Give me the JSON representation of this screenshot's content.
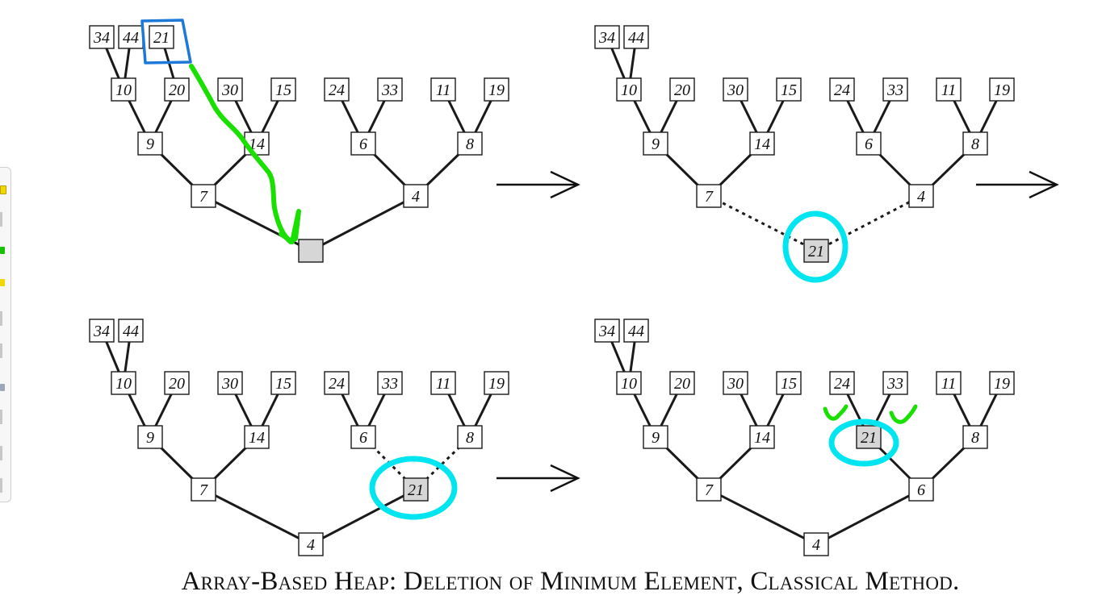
{
  "caption": "Array-Based Heap: Deletion of Minimum Element, Classical Method.",
  "colors": {
    "node_fill": "#ffffff",
    "highlight_fill": "#d6d6d6",
    "edge": "#1a1a1a",
    "green_stroke": "#19e000",
    "blue_frame": "#1e78d8",
    "cyan_ring": "#00e5f0"
  },
  "panels": [
    {
      "id": "panel-1",
      "nodes": [
        {
          "id": "r",
          "label": ""
        },
        {
          "id": "a",
          "label": "7"
        },
        {
          "id": "b",
          "label": "4"
        },
        {
          "id": "c",
          "label": "9"
        },
        {
          "id": "d",
          "label": "14"
        },
        {
          "id": "e",
          "label": "6"
        },
        {
          "id": "f",
          "label": "8"
        },
        {
          "id": "g",
          "label": "10"
        },
        {
          "id": "h",
          "label": "20"
        },
        {
          "id": "i",
          "label": "30"
        },
        {
          "id": "j",
          "label": "15"
        },
        {
          "id": "k",
          "label": "24"
        },
        {
          "id": "l",
          "label": "33"
        },
        {
          "id": "m",
          "label": "11"
        },
        {
          "id": "n",
          "label": "19"
        },
        {
          "id": "o",
          "label": "34"
        },
        {
          "id": "p",
          "label": "44"
        },
        {
          "id": "q",
          "label": "21"
        }
      ]
    },
    {
      "id": "panel-2",
      "nodes": [
        {
          "id": "r",
          "label": "21"
        },
        {
          "id": "a",
          "label": "7"
        },
        {
          "id": "b",
          "label": "4"
        },
        {
          "id": "c",
          "label": "9"
        },
        {
          "id": "d",
          "label": "14"
        },
        {
          "id": "e",
          "label": "6"
        },
        {
          "id": "f",
          "label": "8"
        },
        {
          "id": "g",
          "label": "10"
        },
        {
          "id": "h",
          "label": "20"
        },
        {
          "id": "i",
          "label": "30"
        },
        {
          "id": "j",
          "label": "15"
        },
        {
          "id": "k",
          "label": "24"
        },
        {
          "id": "l",
          "label": "33"
        },
        {
          "id": "m",
          "label": "11"
        },
        {
          "id": "n",
          "label": "19"
        },
        {
          "id": "o",
          "label": "34"
        },
        {
          "id": "p",
          "label": "44"
        }
      ]
    },
    {
      "id": "panel-3",
      "nodes": [
        {
          "id": "r",
          "label": "4"
        },
        {
          "id": "a",
          "label": "7"
        },
        {
          "id": "b",
          "label": "21"
        },
        {
          "id": "c",
          "label": "9"
        },
        {
          "id": "d",
          "label": "14"
        },
        {
          "id": "e",
          "label": "6"
        },
        {
          "id": "f",
          "label": "8"
        },
        {
          "id": "g",
          "label": "10"
        },
        {
          "id": "h",
          "label": "20"
        },
        {
          "id": "i",
          "label": "30"
        },
        {
          "id": "j",
          "label": "15"
        },
        {
          "id": "k",
          "label": "24"
        },
        {
          "id": "l",
          "label": "33"
        },
        {
          "id": "m",
          "label": "11"
        },
        {
          "id": "n",
          "label": "19"
        },
        {
          "id": "o",
          "label": "34"
        },
        {
          "id": "p",
          "label": "44"
        }
      ]
    },
    {
      "id": "panel-4",
      "nodes": [
        {
          "id": "r",
          "label": "4"
        },
        {
          "id": "a",
          "label": "7"
        },
        {
          "id": "b",
          "label": "6"
        },
        {
          "id": "c",
          "label": "9"
        },
        {
          "id": "d",
          "label": "14"
        },
        {
          "id": "e",
          "label": "21"
        },
        {
          "id": "f",
          "label": "8"
        },
        {
          "id": "g",
          "label": "10"
        },
        {
          "id": "h",
          "label": "20"
        },
        {
          "id": "i",
          "label": "30"
        },
        {
          "id": "j",
          "label": "15"
        },
        {
          "id": "k",
          "label": "24"
        },
        {
          "id": "l",
          "label": "33"
        },
        {
          "id": "m",
          "label": "11"
        },
        {
          "id": "n",
          "label": "19"
        },
        {
          "id": "o",
          "label": "34"
        },
        {
          "id": "p",
          "label": "44"
        }
      ]
    }
  ]
}
